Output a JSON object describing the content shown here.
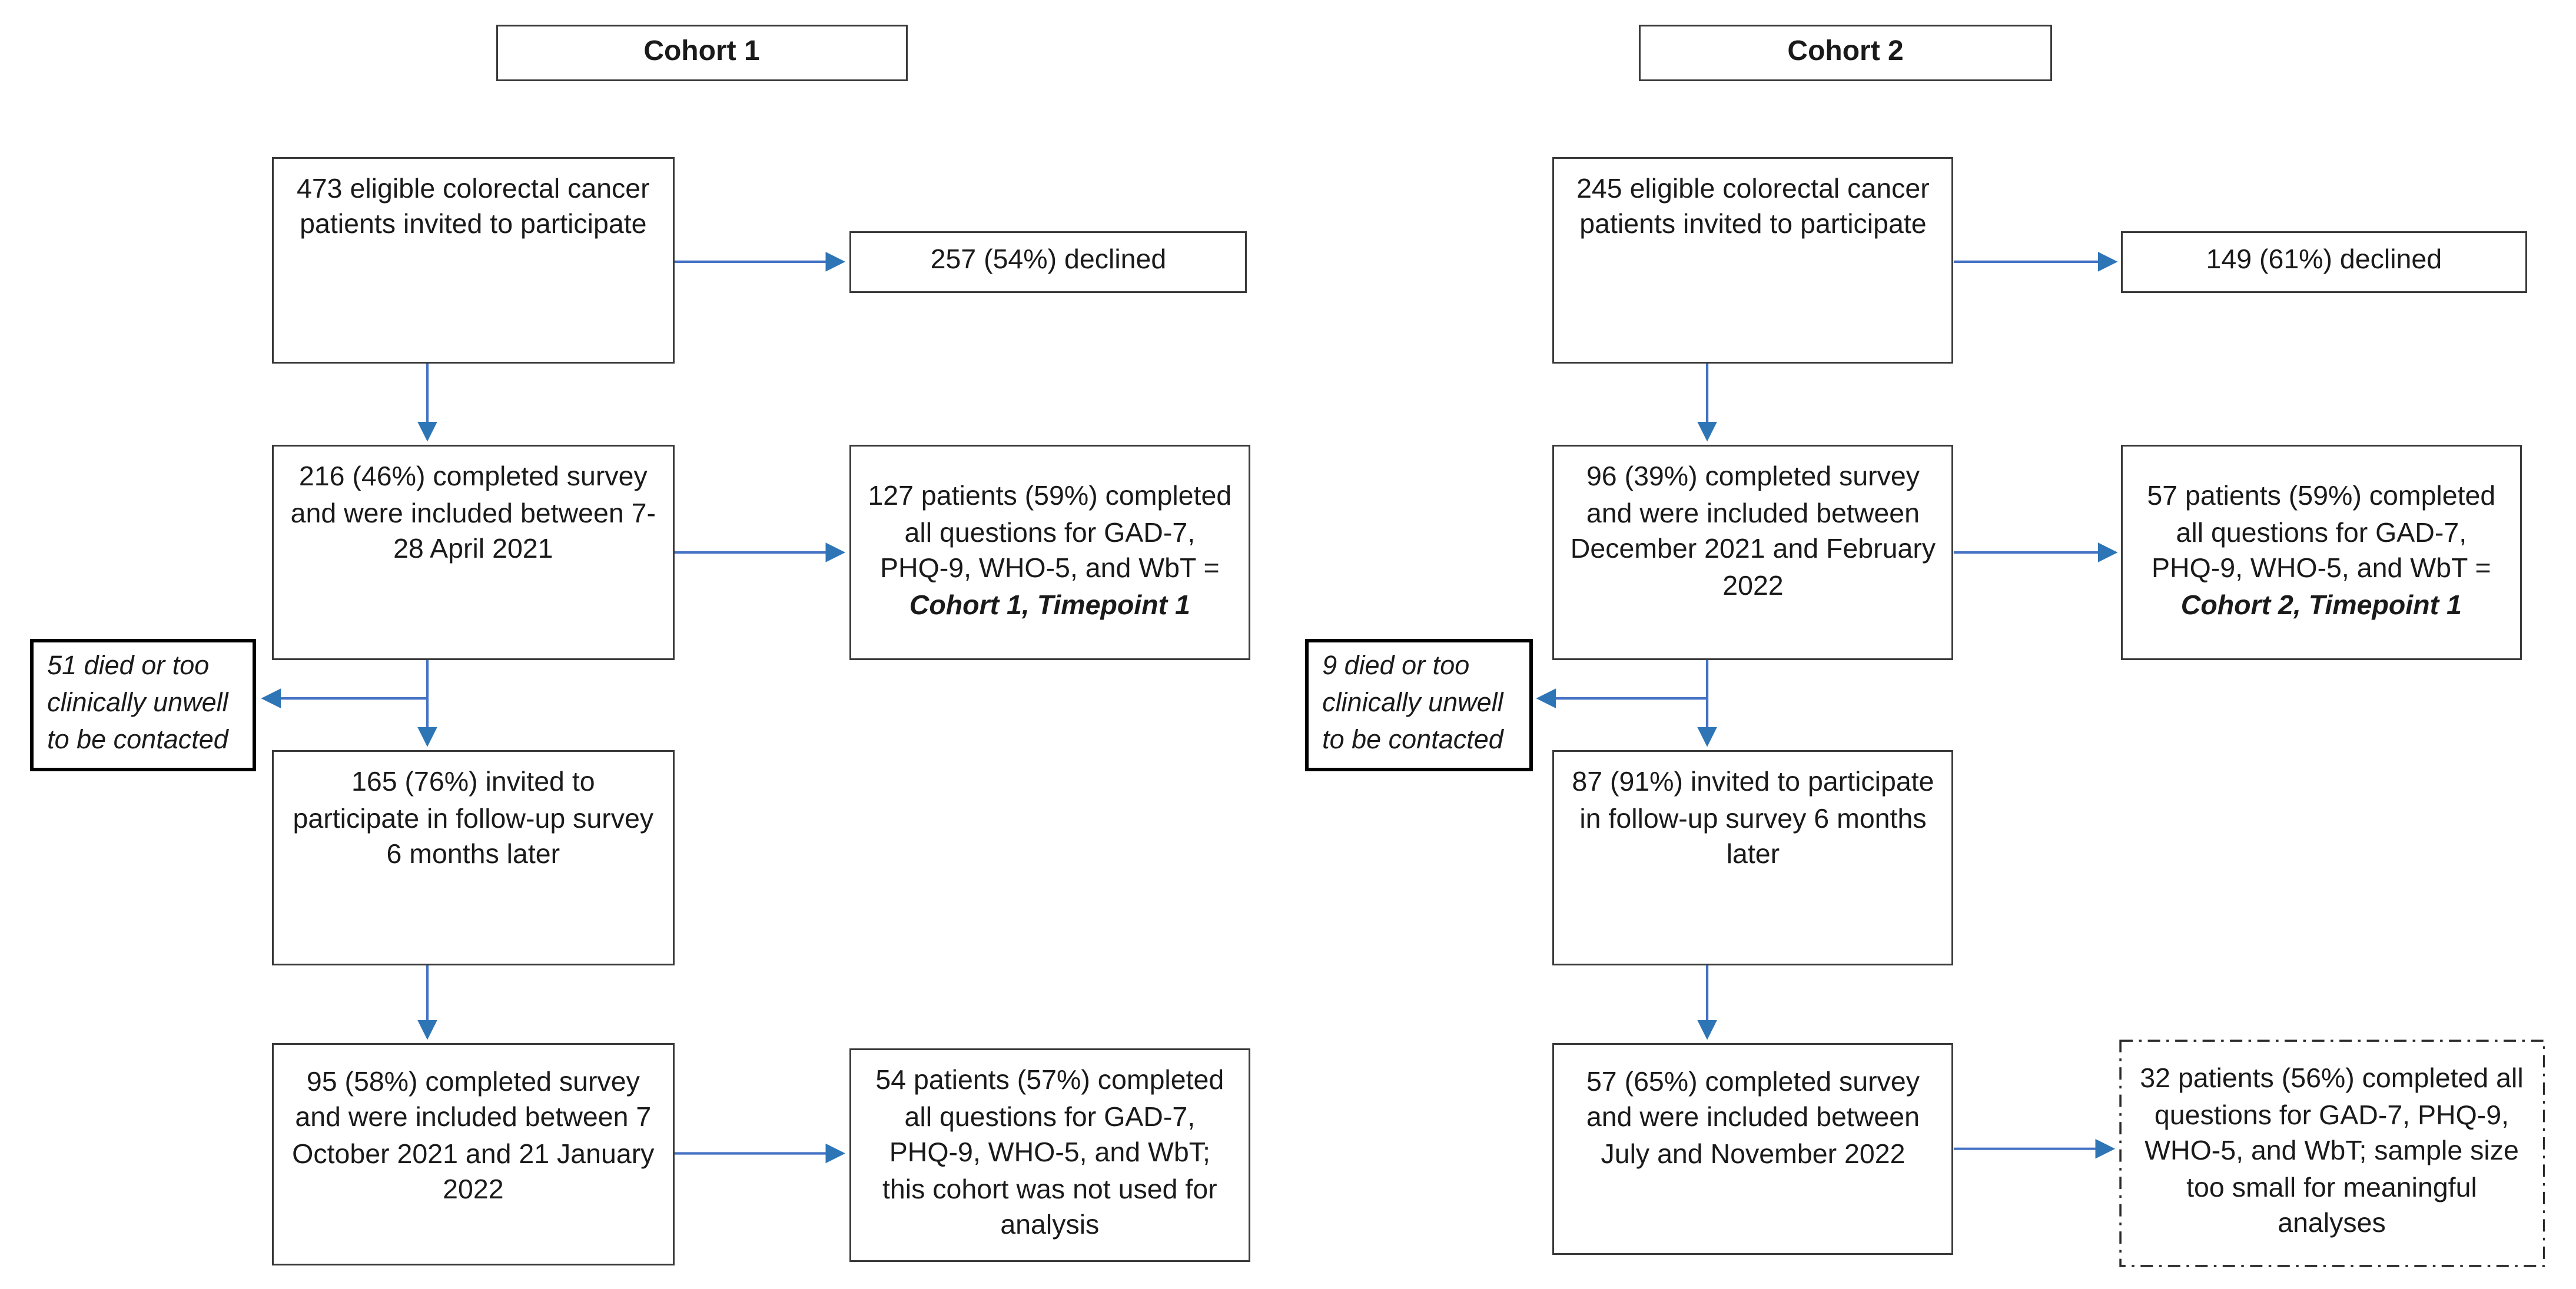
{
  "styles": {
    "background": "#ffffff",
    "line_color": "#4472C4",
    "arrowhead_color": "#2E75B6",
    "box_border_color": "#3a3a3a",
    "attrition_border_color": "#000000"
  },
  "cohorts": [
    {
      "title": "Cohort 1",
      "invited": "473 eligible colorectal cancer patients invited to participate",
      "declined": "257 (54%) declined",
      "baseline_completed": "216 (46%) completed survey and were included between 7-28 April 2021",
      "timepoint1_text": "127 patients (59%) completed all questions for GAD-7, PHQ-9, WHO-5, and WbT =",
      "timepoint1_label": "Cohort 1, Timepoint 1",
      "attrition": "51 died or too clinically unwell to be contacted",
      "followup_invited": "165 (76%) invited to participate in follow-up survey 6 months later",
      "followup_completed": "95 (58%) completed survey and were included between 7 October 2021 and 21 January 2022",
      "followup_analysis": "54 patients (57%) completed all questions for GAD-7, PHQ-9, WHO-5, and WbT; this cohort was not used for analysis"
    },
    {
      "title": "Cohort 2",
      "invited": "245 eligible colorectal cancer patients invited to participate",
      "declined": "149 (61%) declined",
      "baseline_completed": "96 (39%) completed survey and were included between December 2021 and February 2022",
      "timepoint1_text": "57 patients (59%) completed all questions for GAD-7, PHQ-9, WHO-5, and WbT =",
      "timepoint1_label": "Cohort 2, Timepoint 1",
      "attrition": "9 died or too clinically unwell to be contacted",
      "followup_invited": "87 (91%) invited to participate in follow-up survey 6 months later",
      "followup_completed": "57 (65%) completed survey and were included between July and November 2022",
      "followup_analysis": "32 patients (56%) completed all questions for GAD-7, PHQ-9, WHO-5, and WbT; sample size too small for meaningful analyses"
    }
  ]
}
